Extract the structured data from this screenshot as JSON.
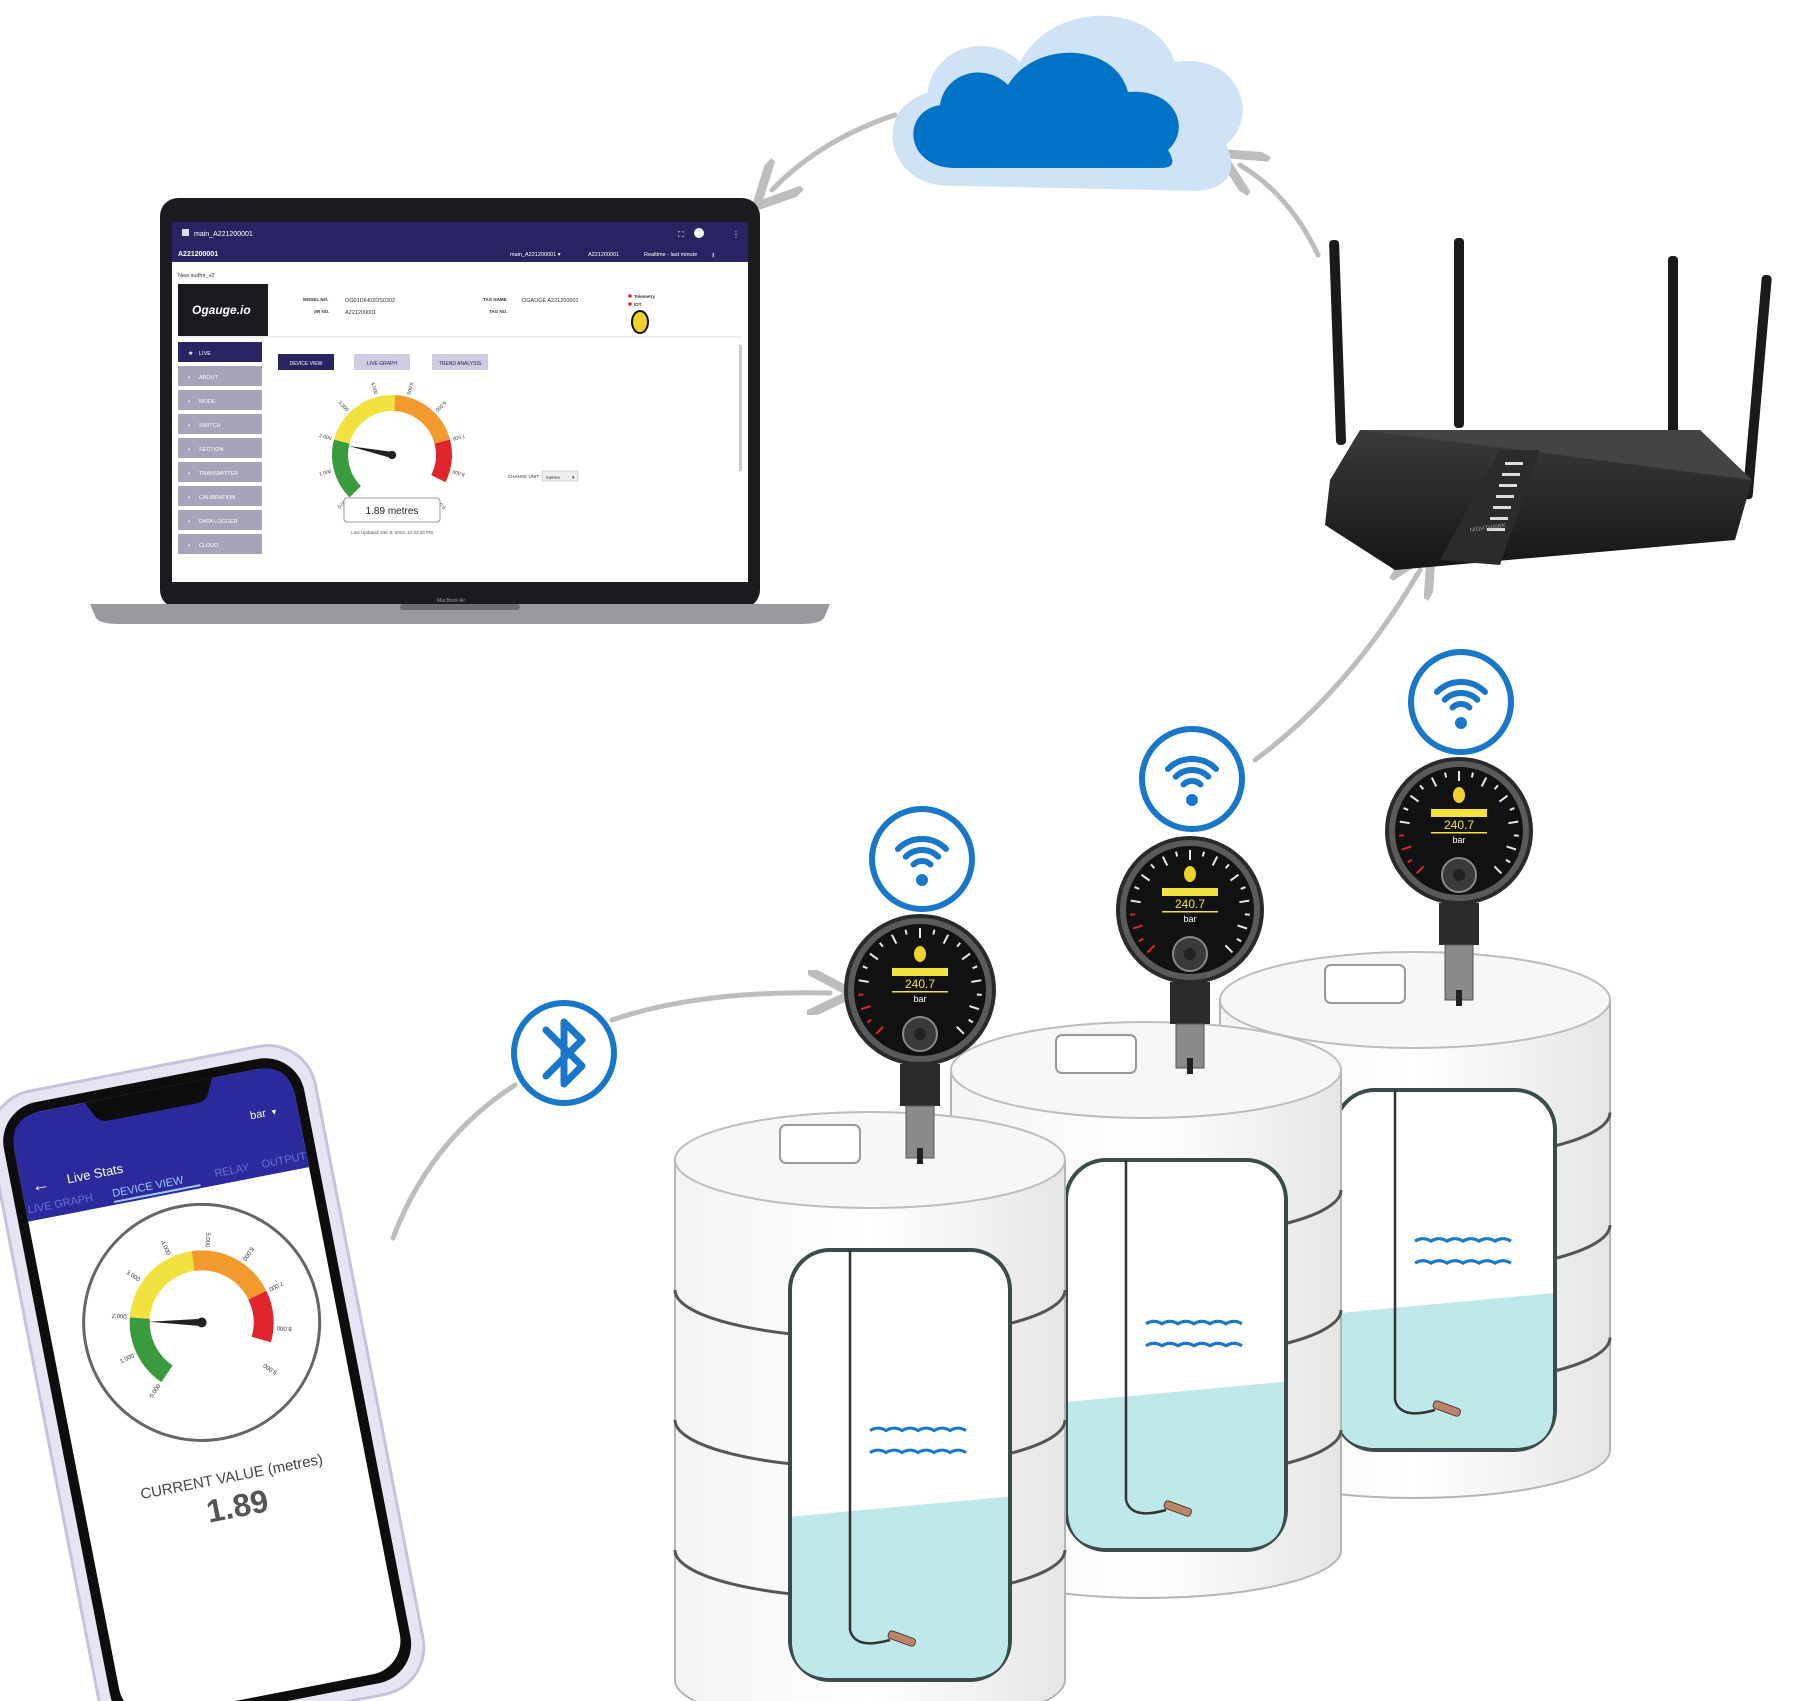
{
  "colors": {
    "accent_blue": "#1877c9",
    "cloud_blue": "#0073c6",
    "cloud_halo": "#cfe2f6",
    "app_purple": "#2a2361",
    "gauge_green": "#3a9a3e",
    "gauge_yellow": "#f2e240",
    "gauge_orange": "#f29a2e",
    "gauge_red": "#e0262c",
    "water": "#bfe8ea",
    "arrow_grey": "#bdbdbd"
  },
  "laptop": {
    "window_title": "main_A221200001",
    "device_id": "A221200001",
    "selector": "main_A221200001 ▾",
    "device_chip": "A221200001",
    "realtime": "Realtime - last minute",
    "panel_title": "New sudhir_v2",
    "logo": "Ogauge.io",
    "model_label": "MODEL NO.",
    "model_value": "OG01DIH02DS0302",
    "sr_label": "SR NO.",
    "sr_value": "A221200001",
    "tag_name_label": "TAG NAME",
    "tag_name_value": "OGAUGE A221200001",
    "tag_no_label": "TAG NO.",
    "telemetry": "Telemetry",
    "iot": "IOT",
    "menu": [
      "LIVE",
      "ABOUT",
      "MODE",
      "SWITCH",
      "SECTION",
      "TRANSMITTER",
      "CALIBRATION",
      "DATA LOGGER",
      "CLOUD"
    ],
    "tabs": [
      "DEVICE VIEW",
      "LIVE GRAPH",
      "TREND ANALYSIS"
    ],
    "gauge_ticks": [
      "0.000",
      "1.000",
      "2.000",
      "3.000",
      "4.000",
      "5.000",
      "6.000",
      "7.000",
      "8.000",
      "9.000"
    ],
    "readout": "1.89 metres",
    "last_updated": "Last Updated: Dec 8, 2023, 10:33:30 PM",
    "change_unit_label": "CHANGE UNIT",
    "unit_value": "metres",
    "brand": "MacBook Air"
  },
  "phone": {
    "unit": "bar",
    "title": "Live Stats",
    "tabs": [
      "LIVE GRAPH",
      "DEVICE VIEW",
      "RELAY",
      "OUTPUT"
    ],
    "gauge_ticks": [
      "0.000",
      "1.000",
      "2.000",
      "3.000",
      "4.000",
      "5.000",
      "6.000",
      "7.000",
      "8.000",
      "9.000"
    ],
    "current_label": "CURRENT VALUE (metres)",
    "current_value": "1.89"
  },
  "devices": {
    "reading": "240.7",
    "unit": "bar"
  },
  "router": {
    "brand": "NIGHTHAWK"
  },
  "gauge": {
    "needle_value": 1.89,
    "max": 9
  }
}
